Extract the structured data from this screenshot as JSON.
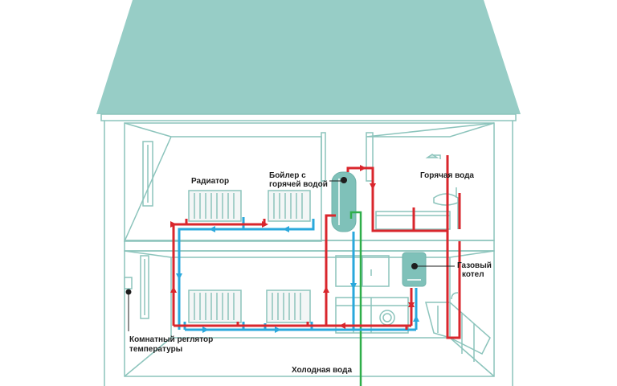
{
  "labels": {
    "radiator": "Радиатор",
    "boiler_line1": "Бойлер с",
    "boiler_line2": "горячей водой",
    "hot_water": "Горячая вода",
    "gas_boiler_line1": "Газовый",
    "gas_boiler_line2": "котел",
    "thermostat_line1": "Комнатный реглятор",
    "thermostat_line2": "температуры",
    "cold_water": "Холодная вода"
  },
  "colors": {
    "house": "#97cdc6",
    "house_line": "#8cc4bc",
    "hot_pipe": "#d9262c",
    "cold_pipe": "#2aa8dc",
    "water_supply": "#2fae4a",
    "label_text": "#1e1e1e"
  }
}
